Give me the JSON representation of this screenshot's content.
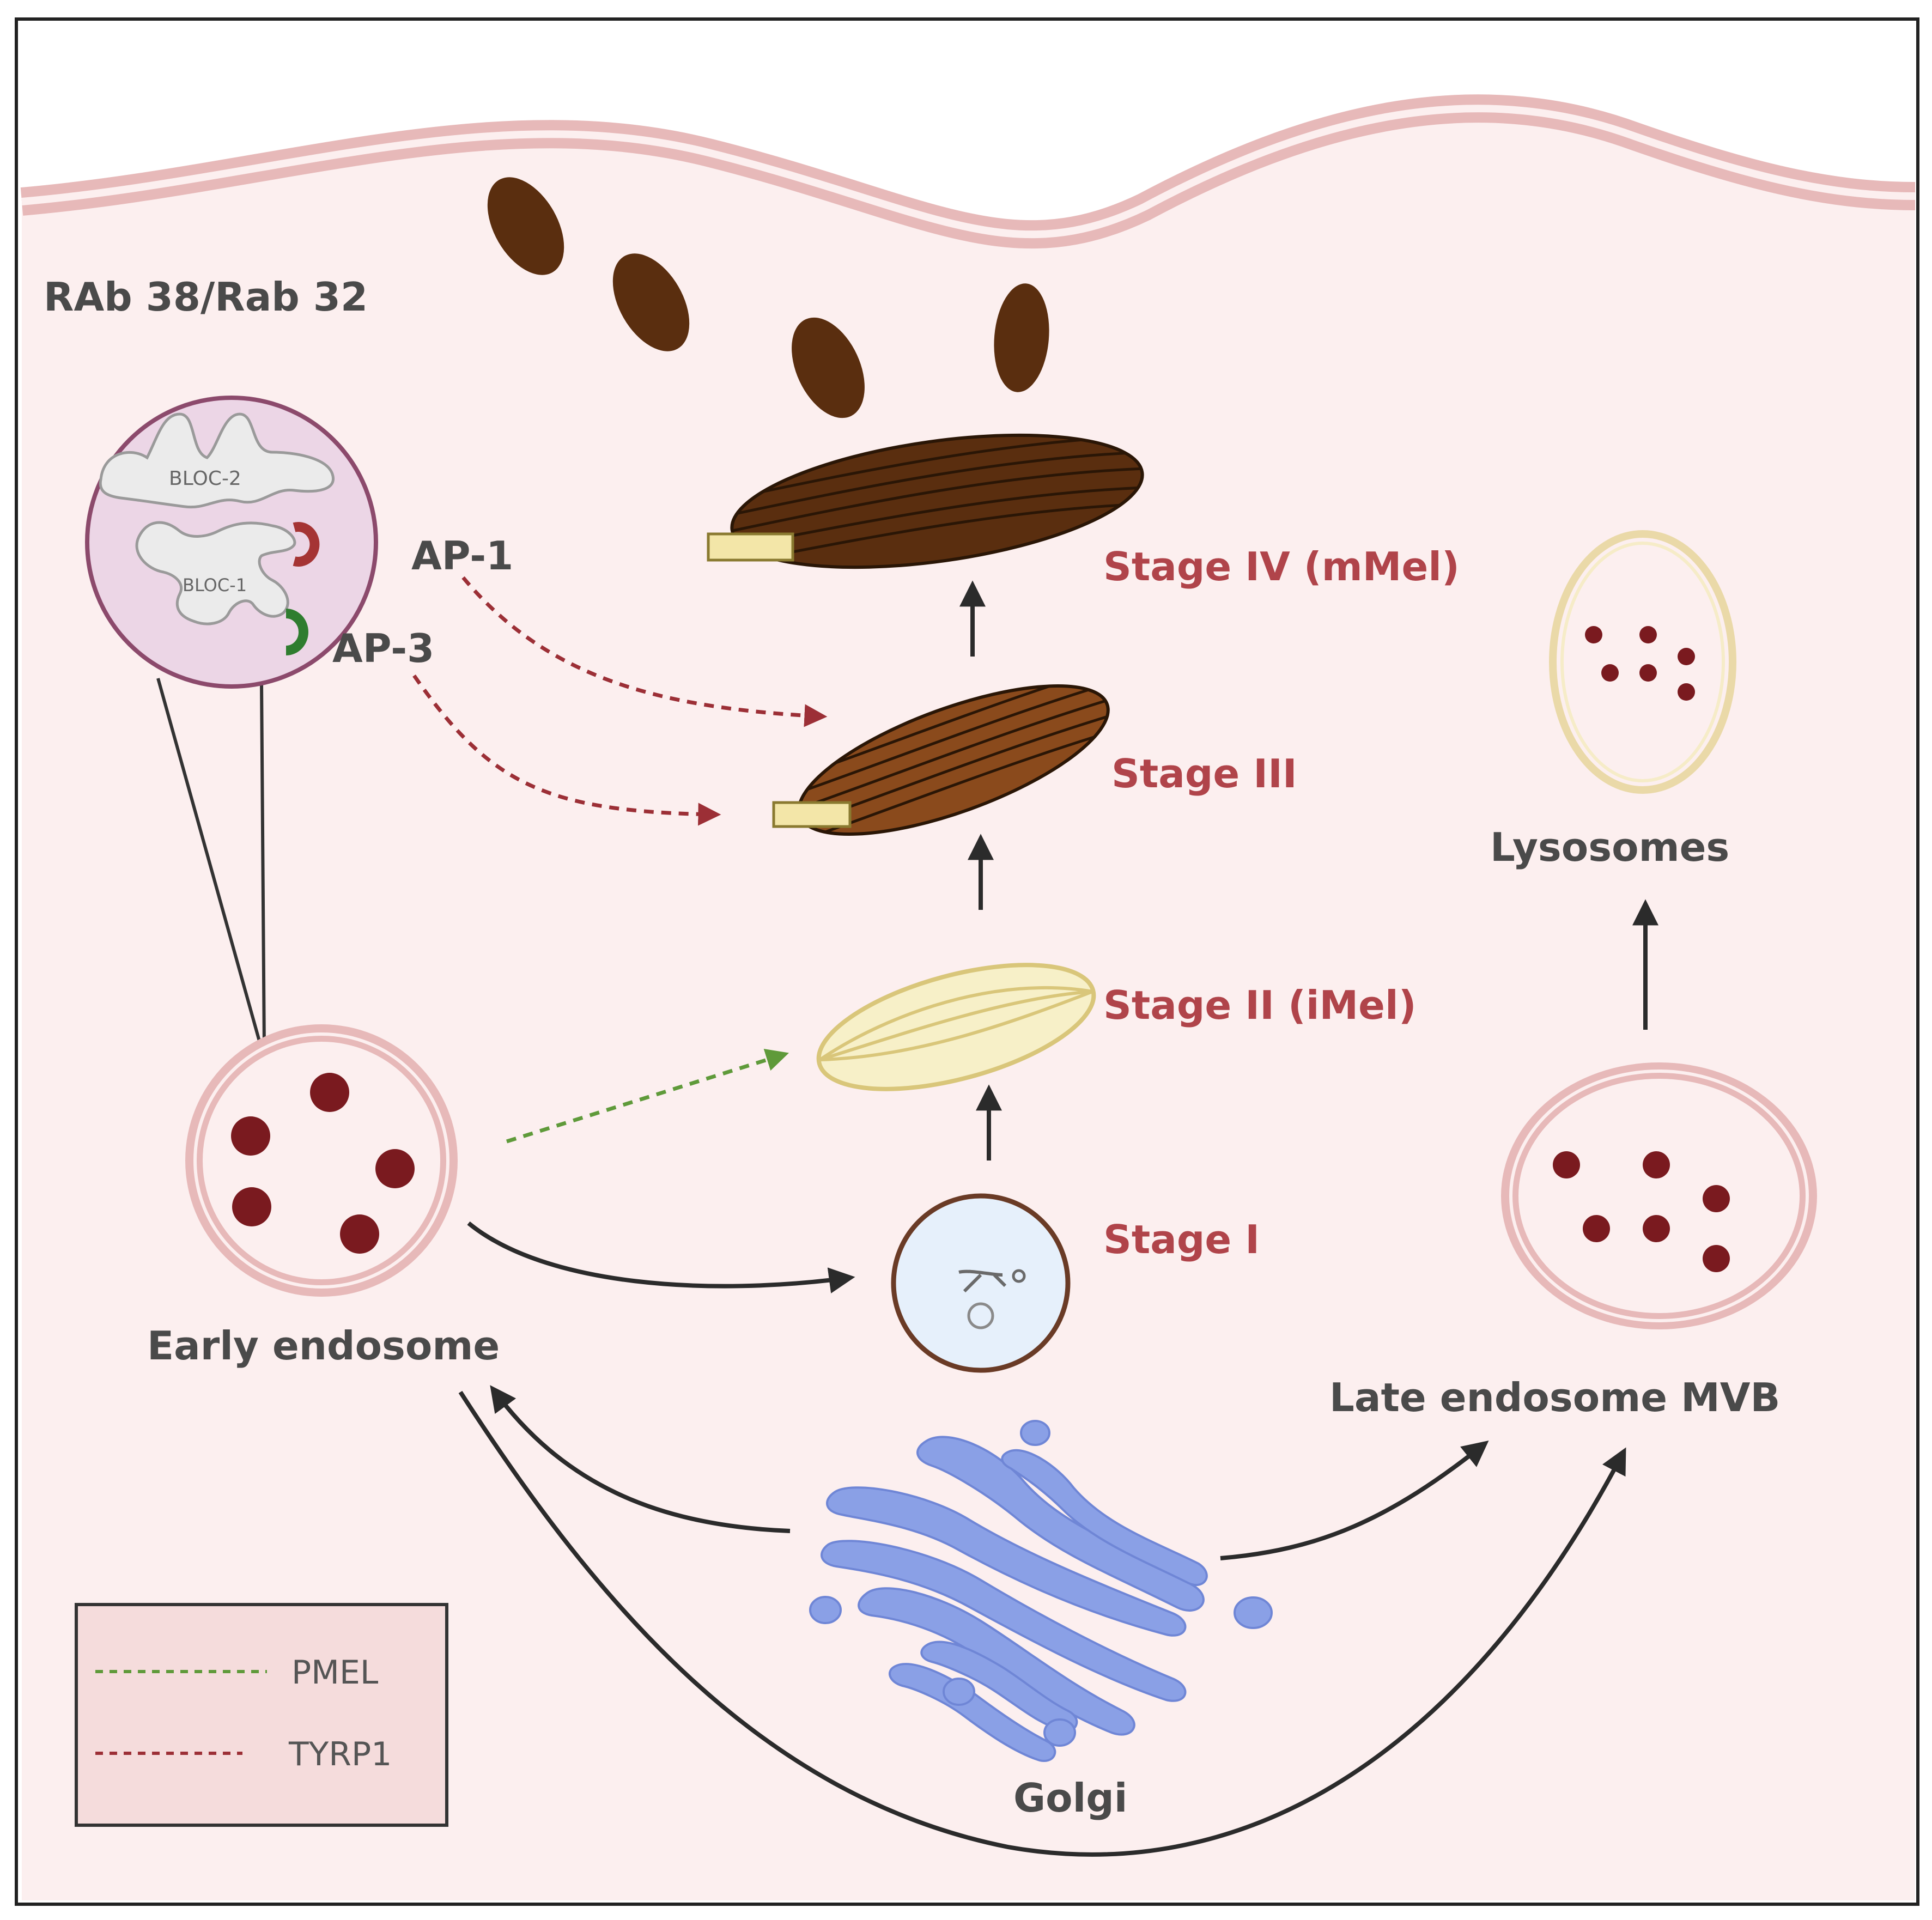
{
  "labels": {
    "rab": "RAb 38/Rab 32",
    "bloc2": "BLOC-2",
    "bloc1": "BLOC-1",
    "ap1": "AP-1",
    "ap3": "AP-3",
    "stage4": "Stage IV (mMel)",
    "stage3": "Stage III",
    "stage2": "Stage II (iMel)",
    "stage1": "Stage I",
    "lysosomes": "Lysosomes",
    "early_endosome": "Early endosome",
    "late_endosome": "Late endosome MVB",
    "golgi": "Golgi"
  },
  "legend": {
    "pmel": "PMEL",
    "tyrp1": "TYRP1"
  },
  "colors": {
    "cytoplasm": "#fcefef",
    "membrane": "#e7b9b9",
    "melanin": "#5a2e0f",
    "stage_text": "#b0444a",
    "pmel_arrow": "#5f9a3a",
    "tyrp1_arrow": "#9c2f36",
    "golgi": "#8aa0e6",
    "cargo_dot": "#7a1a1f"
  }
}
